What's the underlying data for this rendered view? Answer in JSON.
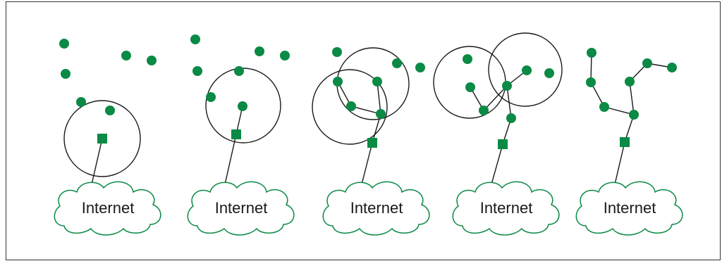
{
  "colors": {
    "node": "#0a8a45",
    "line": "#1a1a1a",
    "cloud_stroke": "#0a8a45",
    "background": "#ffffff"
  },
  "icons": {
    "node": "green-dot",
    "gateway": "green-square",
    "internet": "cloud-icon"
  },
  "panels": [
    {
      "cloud_label": "Internet"
    },
    {
      "cloud_label": "Internet"
    },
    {
      "cloud_label": "Internet"
    },
    {
      "cloud_label": "Internet"
    },
    {
      "cloud_label": "Internet"
    }
  ]
}
